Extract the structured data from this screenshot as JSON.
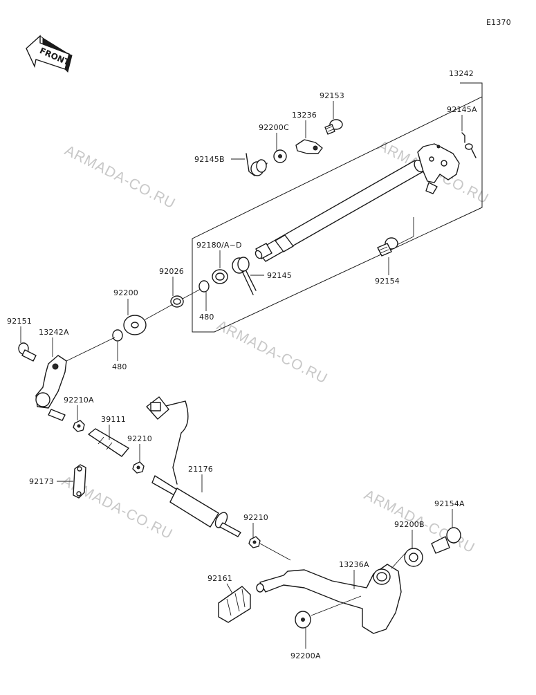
{
  "diagram": {
    "code": "E1370",
    "front_label": "FRONT",
    "watermark": "ARMADA-CO.RU",
    "parts": {
      "p13242": "13242",
      "p92153": "92153",
      "p13236": "13236",
      "p92200C": "92200C",
      "p92145A": "92145A",
      "p92145B": "92145B",
      "p92180": "92180/A~D",
      "p92145": "92145",
      "p92154": "92154",
      "p92026": "92026",
      "p480a": "480",
      "p92200": "92200",
      "p92151": "92151",
      "p13242A": "13242A",
      "p480b": "480",
      "p92210A": "92210A",
      "p39111": "39111",
      "p92210a": "92210",
      "p92173": "92173",
      "p21176": "21176",
      "p92210b": "92210",
      "p92154A": "92154A",
      "p92200B": "92200B",
      "p13236A": "13236A",
      "p92161": "92161",
      "p92200A": "92200A"
    }
  }
}
